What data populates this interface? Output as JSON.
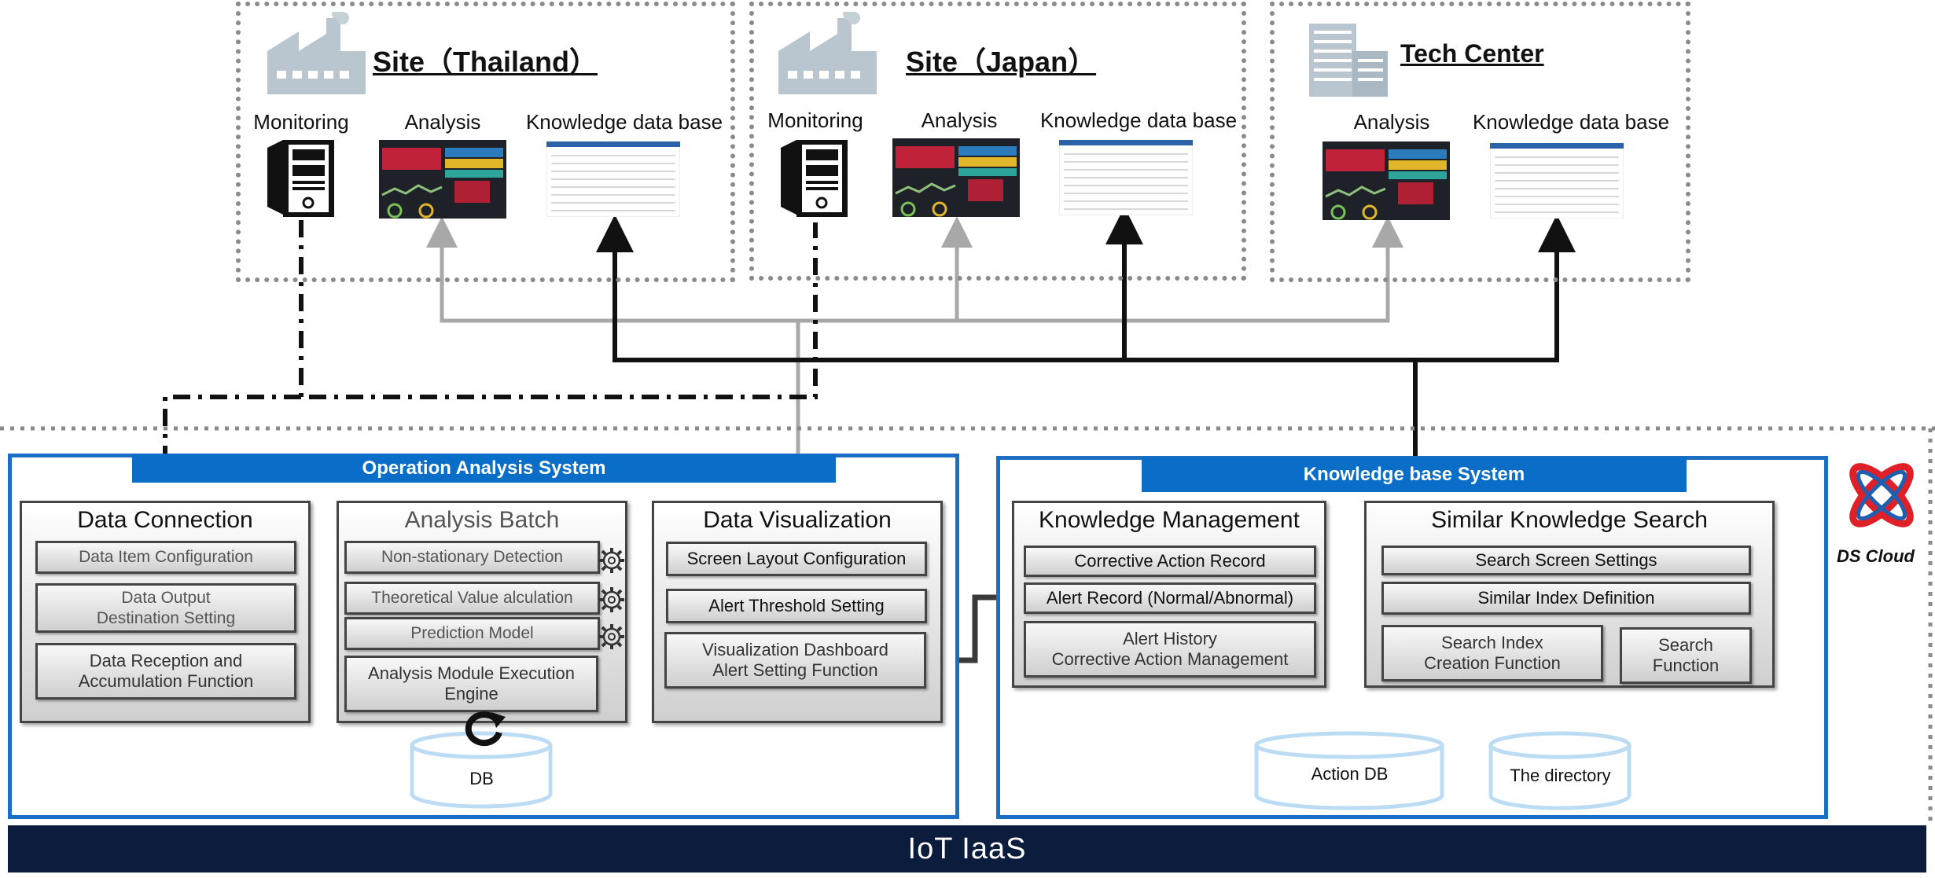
{
  "sites": [
    {
      "title": "Site（Thailand）",
      "labels": {
        "monitoring": "Monitoring",
        "analysis": "Analysis",
        "kdb": "Knowledge data base"
      }
    },
    {
      "title": "Site（Japan）",
      "labels": {
        "monitoring": "Monitoring",
        "analysis": "Analysis",
        "kdb": "Knowledge data base"
      }
    },
    {
      "title": "Tech Center",
      "labels": {
        "analysis": "Analysis",
        "kdb": "Knowledge data base"
      }
    }
  ],
  "operation_system": {
    "header": "Operation Analysis System",
    "data_connection": {
      "title": "Data Connection",
      "items": [
        "Data Item Configuration",
        "Data Output\nDestination Setting",
        "Data Reception and\nAccumulation Function"
      ]
    },
    "analysis_batch": {
      "title": "Analysis Batch",
      "items": [
        "Non-stationary Detection",
        "Theoretical Value  alculation",
        "Prediction Model",
        "Analysis Module Execution\nEngine"
      ]
    },
    "data_visualization": {
      "title": "Data Visualization",
      "items": [
        "Screen Layout Configuration",
        "Alert Threshold Setting",
        "Visualization Dashboard\nAlert Setting Function"
      ]
    },
    "db_label": "DB"
  },
  "knowledge_system": {
    "header": "Knowledge base System",
    "knowledge_management": {
      "title": "Knowledge Management",
      "items": [
        "Corrective Action Record",
        "Alert Record (Normal/Abnormal)",
        "Alert History\nCorrective Action Management"
      ]
    },
    "similar_search": {
      "title": "Similar Knowledge Search",
      "items": [
        "Search Screen Settings",
        "Similar Index Definition",
        "Search Index\nCreation Function",
        "Search\nFunction"
      ]
    },
    "action_db_label": "Action DB",
    "directory_label": "The directory"
  },
  "brand": {
    "label": "DS Cloud",
    "colors": {
      "red": "#e02027",
      "blue": "#1f5fb0"
    }
  },
  "footer": {
    "label": "IoT IaaS"
  },
  "colors": {
    "system_blue": "#0a6ec8",
    "footer_navy": "#0b1c3c",
    "db_blue": "#bcdcf4",
    "arrow_dark": "#3a3a3a",
    "arrow_gray": "#aaaaaa"
  }
}
